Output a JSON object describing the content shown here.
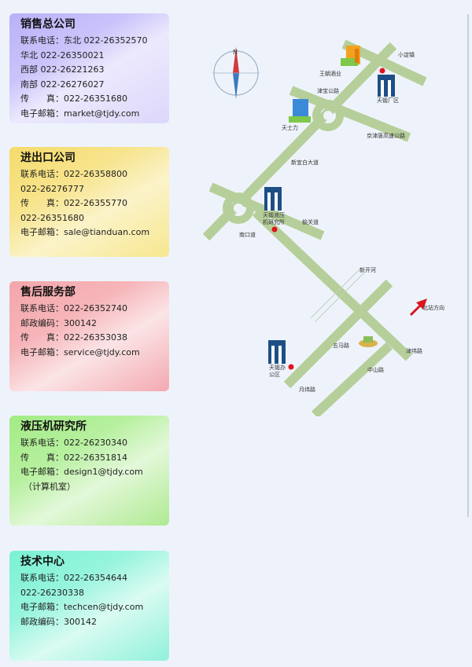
{
  "contacts": [
    {
      "title": "销售总公司",
      "lines": [
        "联系电话：东北 022-26352570",
        "华北 022-26350021",
        "西部 022-26221263",
        "南部 022-26276027",
        "传　　真：022-26351680",
        "电子邮箱：market@tjdy.com"
      ]
    },
    {
      "title": "进出口公司",
      "lines": [
        "联系电话：022-26358800",
        "022-26276777",
        "传　　真：022-26355770",
        "022-26351680",
        "电子邮箱：sale@tianduan.com"
      ]
    },
    {
      "title": "售后服务部",
      "lines": [
        "联系电话：022-26352740",
        "邮政编码：300142",
        "传　　真：022-26353038",
        "电子邮箱：service@tjdy.com"
      ]
    },
    {
      "title": "液压机研究所",
      "lines": [
        "联系电话：022-26230340",
        "传　　真：022-26351814",
        "电子邮箱：design1@tjdy.com",
        "（计算机室）"
      ]
    },
    {
      "title": "技术中心",
      "lines": [
        "联系电话：022-26354644",
        "022-26230338",
        "电子邮箱：techcen@tjdy.com",
        "邮政编码：300142"
      ]
    }
  ],
  "map": {
    "compass_letter": "N",
    "labels": {
      "xiaodian": "小淀镇",
      "wangchao": "王朝酒业",
      "jinbao": "津宝公路",
      "tianduan_factory": "天锻厂区",
      "tianshili": "天士力",
      "jingjintang": "京津唐高速公路",
      "xinyibai": "新宜白大道",
      "tianduan_yeya_1": "天锻液压",
      "tianduan_yeya_2": "机研究所",
      "nankou": "南口道",
      "yuguan": "榆关道",
      "xinkai": "新开河",
      "beizhan": "北站方向",
      "wuma": "五马路",
      "jinwei": "津纬路",
      "tianduan_office_1": "天锻办",
      "tianduan_office_2": "公区",
      "zhongshan": "中山路",
      "yuewei": "月纬路"
    },
    "colors": {
      "road": "#b6cf9a",
      "marker": "#e0141e",
      "arrow": "#d8161e",
      "building": "#1d4f86"
    }
  }
}
